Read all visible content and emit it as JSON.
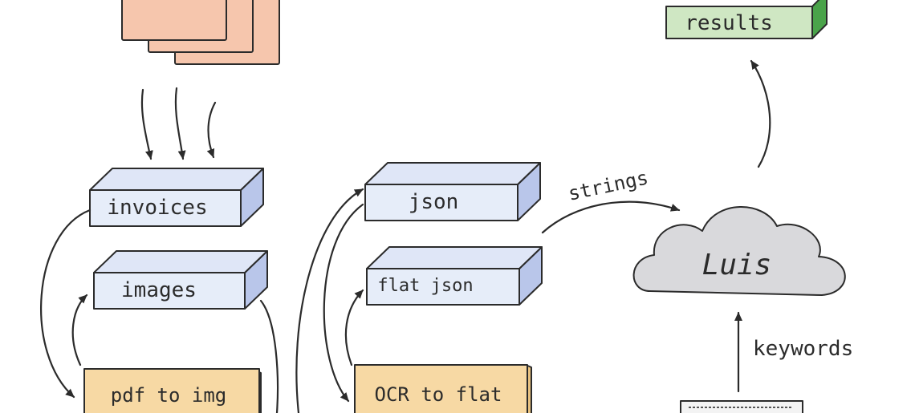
{
  "nodes": {
    "invoices": "invoices",
    "images": "images",
    "pdf_to_img": "pdf to img",
    "json": "json",
    "flat_json": "flat json",
    "ocr_to_flat": "OCR to flat",
    "luis": "Luis",
    "results": "results"
  },
  "edge_labels": {
    "strings": "strings",
    "keywords": "keywords"
  },
  "colors": {
    "document": "#f6c6ad",
    "box_front": "#e6edf9",
    "box_side": "#b9c6ea",
    "process": "#f7d9a4",
    "cloud": "#d9d9dc",
    "results": "#cfe7c3",
    "results_side": "#4aa34a",
    "ink": "#2b2b2b"
  }
}
